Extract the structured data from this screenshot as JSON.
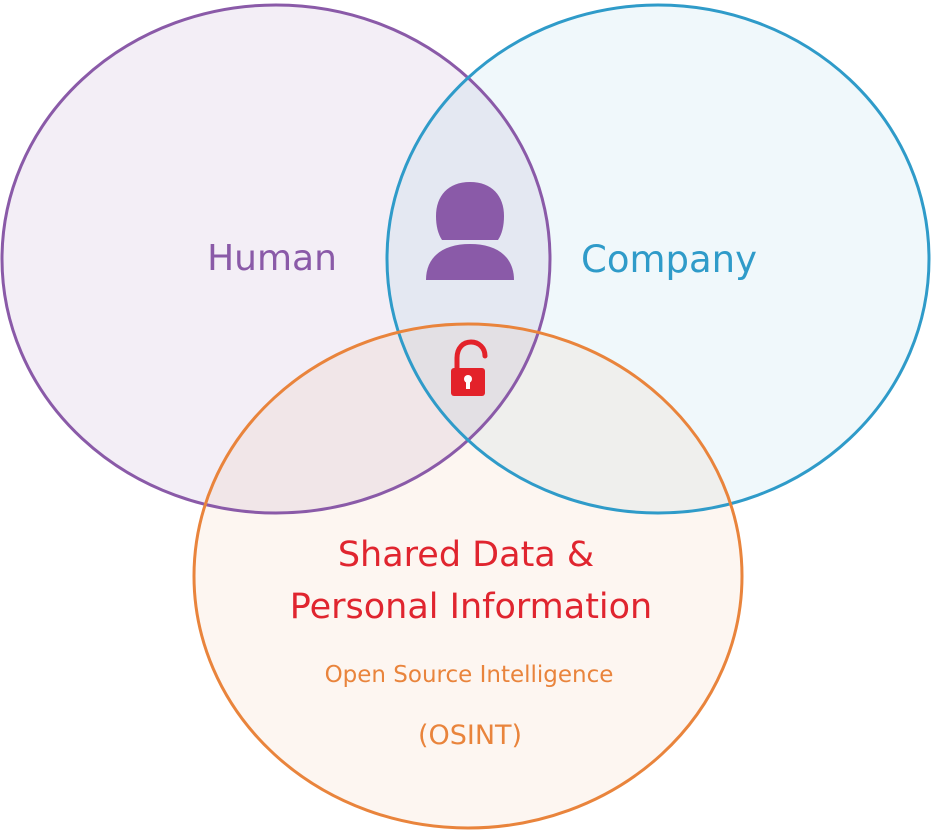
{
  "colors": {
    "human": "#8a5aa8",
    "company": "#2f9bc9",
    "osint_ring": "#e9843c",
    "shared_text": "#e0252f",
    "osint_text": "#e9843c",
    "person_icon": "#8a5aa8",
    "lock_icon": "#e3222a"
  },
  "diagram": {
    "human_label": "Human",
    "company_label": "Company",
    "shared_label_line1": "Shared Data &",
    "shared_label_line2": "Personal Information",
    "osint_label": "Open Source Intelligence",
    "osint_abbr": "(OSINT)"
  },
  "icons": {
    "center_top": "person-icon",
    "center_mid": "unlocked-padlock-icon"
  }
}
